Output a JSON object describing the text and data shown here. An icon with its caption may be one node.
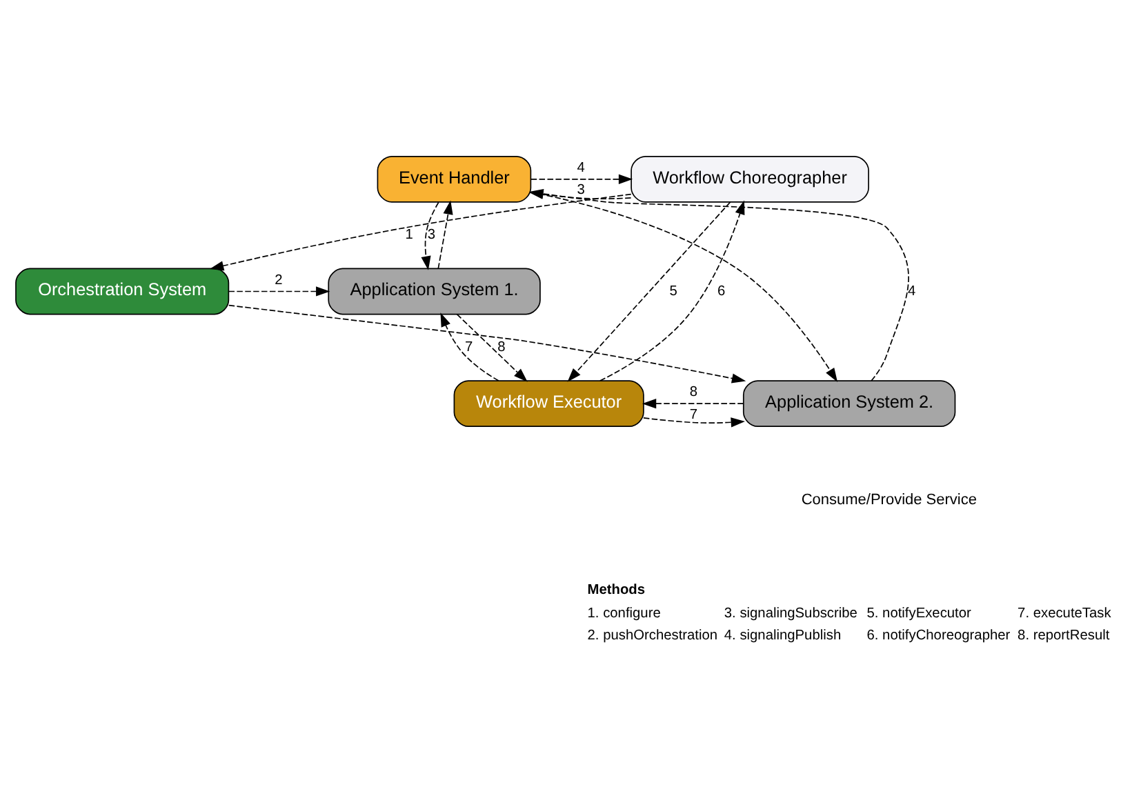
{
  "diagram": {
    "nodes": [
      {
        "text": [
          "Event Handler"
        ]
      },
      {
        "text": [
          "Workflow Choreographer"
        ]
      },
      {
        "text": [
          "Orchestration System"
        ]
      },
      {
        "text": [
          "Application System 1."
        ]
      },
      {
        "text": [
          "Workflow Executor"
        ]
      },
      {
        "text": [
          "Application System 2."
        ]
      }
    ],
    "edges": [
      {
        "from": 0,
        "to": 1,
        "arrow": "to",
        "label": "4",
        "style": "dashed"
      },
      {
        "from": 1,
        "to": 0,
        "arrow": "to",
        "label": "3",
        "style": "dashed"
      },
      {
        "from": 3,
        "to": 0,
        "arrow": "to",
        "style": "dashed"
      },
      {
        "from": 5,
        "to": 0,
        "arrow": "to",
        "label": "4",
        "style": "dashed"
      },
      {
        "from": 0,
        "to": 3,
        "arrow": "to",
        "label": "3",
        "style": "dashed"
      },
      {
        "from": 0,
        "to": 5,
        "arrow": "to",
        "style": "dashed"
      },
      {
        "from": 1,
        "to": 2,
        "arrow": "to",
        "label": "1",
        "style": "dashed"
      },
      {
        "from": 2,
        "to": 3,
        "arrow": "to",
        "label": "2",
        "style": "dashed"
      },
      {
        "from": 2,
        "to": 5,
        "arrow": "to",
        "style": "dashed"
      },
      {
        "from": 1,
        "to": 4,
        "arrow": "to",
        "label": "5",
        "style": "dashed"
      },
      {
        "from": 4,
        "to": 1,
        "arrow": "to",
        "label": "6",
        "style": "dashed"
      },
      {
        "from": 3,
        "to": 4,
        "arrow": "to",
        "label": "8",
        "style": "dashed"
      },
      {
        "from": 5,
        "to": 4,
        "arrow": "to",
        "label": "8",
        "style": "dashed"
      },
      {
        "from": 4,
        "to": 3,
        "arrow": "to",
        "label": "7",
        "style": "dashed"
      },
      {
        "from": 4,
        "to": 5,
        "arrow": "to",
        "label": "7",
        "style": "dashed"
      }
    ],
    "labels": [
      "Methods",
      "1. configure",
      "3. signalingSubscribe",
      "5. notifyExecutor",
      "7. executeTask",
      "2. pushOrchestration",
      "4. signalingPublish",
      "6. notifyChoreographer",
      "8. reportResult"
    ],
    "legend": [
      {
        "text": "Consume/Provide Service"
      }
    ]
  }
}
